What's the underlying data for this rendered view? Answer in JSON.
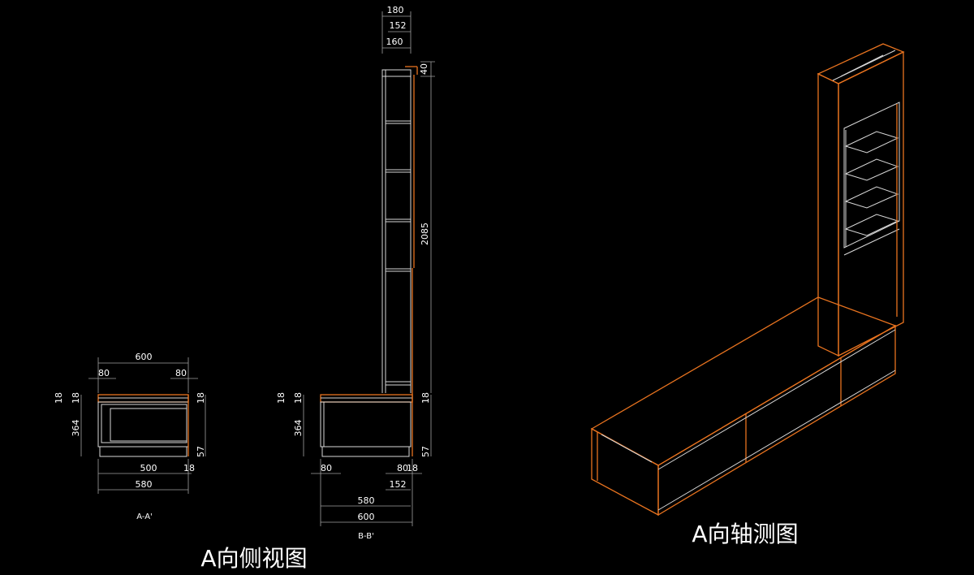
{
  "captions": {
    "side_view": "A向侧视图",
    "axo_view": "A向轴测图",
    "section_a": "A-A'",
    "section_b": "B-B'"
  },
  "dims_a": {
    "w600": "600",
    "l80": "80",
    "r80": "80",
    "t18l": "18",
    "t18l2": "18",
    "t18r": "18",
    "h364": "364",
    "h57": "57",
    "w500": "500",
    "w18": "18",
    "w580": "580"
  },
  "dims_b": {
    "d180": "180",
    "d152t": "152",
    "d160": "160",
    "d40": "40",
    "h2085": "2085",
    "t18l": "18",
    "t18l2": "18",
    "t18r": "18",
    "h364": "364",
    "h57": "57",
    "l80": "80",
    "r80": "80",
    "r18": "18",
    "d152b": "152",
    "w580": "580",
    "w600": "600"
  },
  "colors": {
    "background": "#000000",
    "outline_white": "#d8d8d8",
    "outline_orange": "#e8731f"
  }
}
